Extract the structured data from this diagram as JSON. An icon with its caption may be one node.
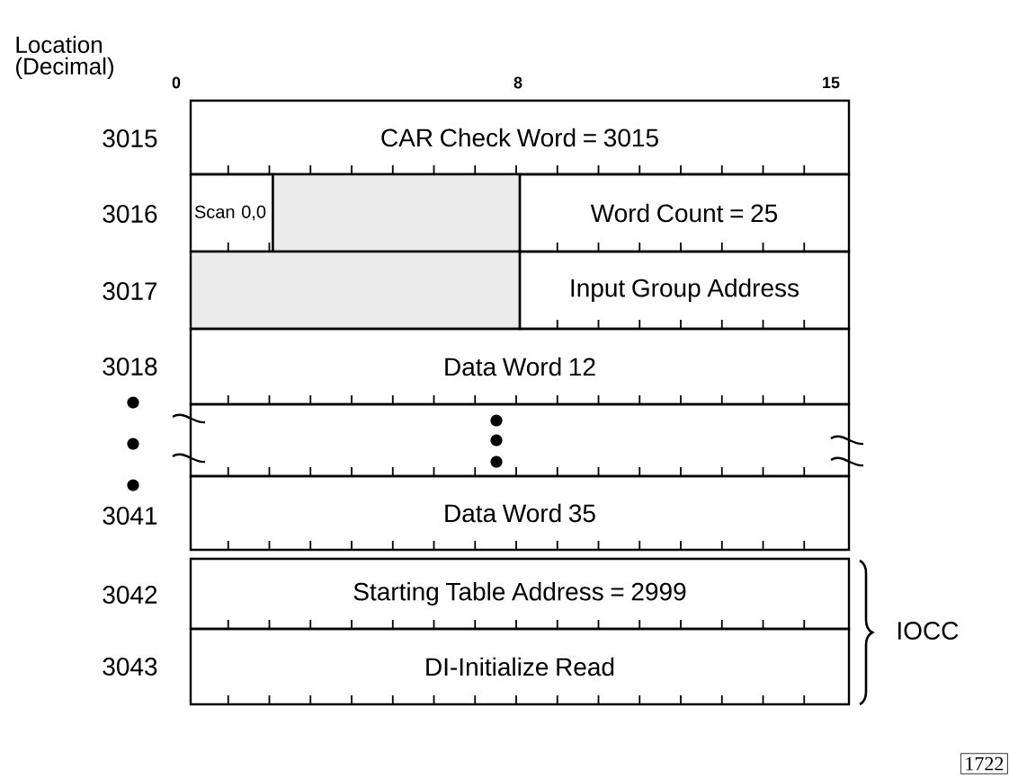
{
  "diagram": {
    "nodes": [
      {
        "text": [
          "CAR Check Word = 3015"
        ]
      },
      {
        "text": [
          "Scan 0,0"
        ]
      },
      {
        "text": [],
        "shape": "box"
      },
      {
        "text": [
          "Word Count = 25"
        ]
      },
      {
        "text": [],
        "shape": "box"
      },
      {
        "text": [
          "Input Group Address"
        ]
      },
      {
        "text": [
          "Data Word 12"
        ]
      },
      {
        "text": [],
        "shape": "box"
      },
      {
        "text": [
          "Data Word 35"
        ]
      },
      {
        "text": [
          "Starting Table Address = 2999"
        ]
      },
      {
        "text": [
          "DI-Initialize Read"
        ]
      }
    ],
    "labels": [
      "Location (Decimal)",
      "0",
      "8",
      "15",
      "3015",
      "3016",
      "3017",
      "3018",
      "3041",
      "3042",
      "3043",
      "IOCC",
      "1722"
    ]
  }
}
